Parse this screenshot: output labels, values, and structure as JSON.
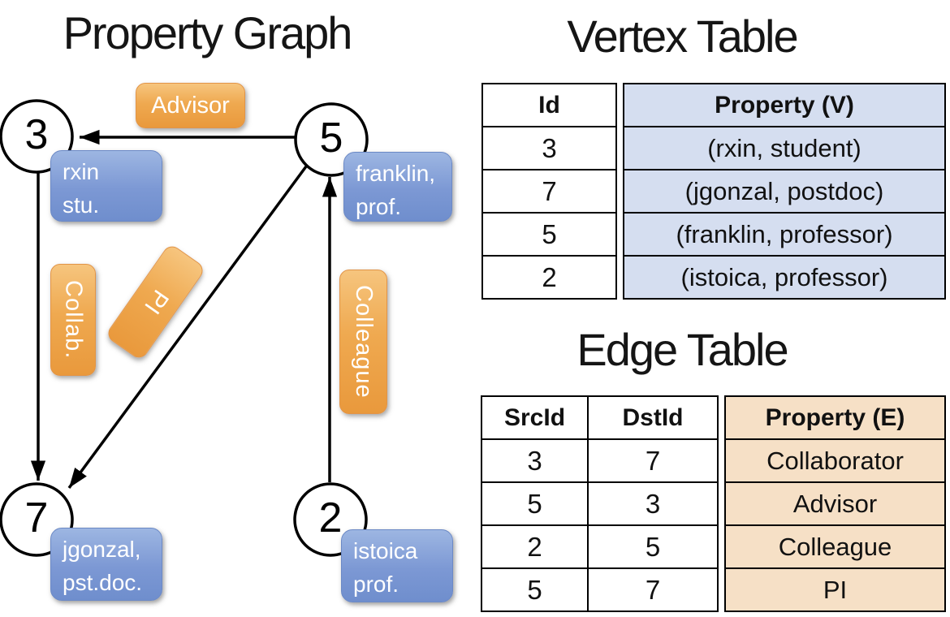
{
  "titles": {
    "property_graph": "Property Graph",
    "vertex_table": "Vertex Table",
    "edge_table": "Edge Table"
  },
  "graph": {
    "nodes": [
      {
        "id": "3",
        "line1": "rxin",
        "line2": "stu."
      },
      {
        "id": "5",
        "line1": "franklin,",
        "line2": "prof."
      },
      {
        "id": "7",
        "line1": "jgonzal,",
        "line2": "pst.doc."
      },
      {
        "id": "2",
        "line1": "istoica",
        "line2": "prof."
      }
    ],
    "edge_labels": {
      "advisor": "Advisor",
      "collab": "Collab.",
      "pi": "PI",
      "colleague": "Colleague"
    }
  },
  "vertex_table": {
    "headers": {
      "id": "Id",
      "property": "Property (V)"
    },
    "rows": [
      {
        "id": "3",
        "property": "(rxin, student)"
      },
      {
        "id": "7",
        "property": "(jgonzal, postdoc)"
      },
      {
        "id": "5",
        "property": "(franklin, professor)"
      },
      {
        "id": "2",
        "property": "(istoica, professor)"
      }
    ]
  },
  "edge_table": {
    "headers": {
      "src": "SrcId",
      "dst": "DstId",
      "property": "Property (E)"
    },
    "rows": [
      {
        "src": "3",
        "dst": "7",
        "property": "Collaborator"
      },
      {
        "src": "5",
        "dst": "3",
        "property": "Advisor"
      },
      {
        "src": "2",
        "dst": "5",
        "property": "Colleague"
      },
      {
        "src": "5",
        "dst": "7",
        "property": "PI"
      }
    ]
  },
  "colors": {
    "edge_label_orange": "#EFA950",
    "node_label_blue": "#7C98D4",
    "vertex_cell_blue": "#D5DEF0",
    "edge_cell_peach": "#F6E0C6",
    "line_black": "#000000"
  }
}
